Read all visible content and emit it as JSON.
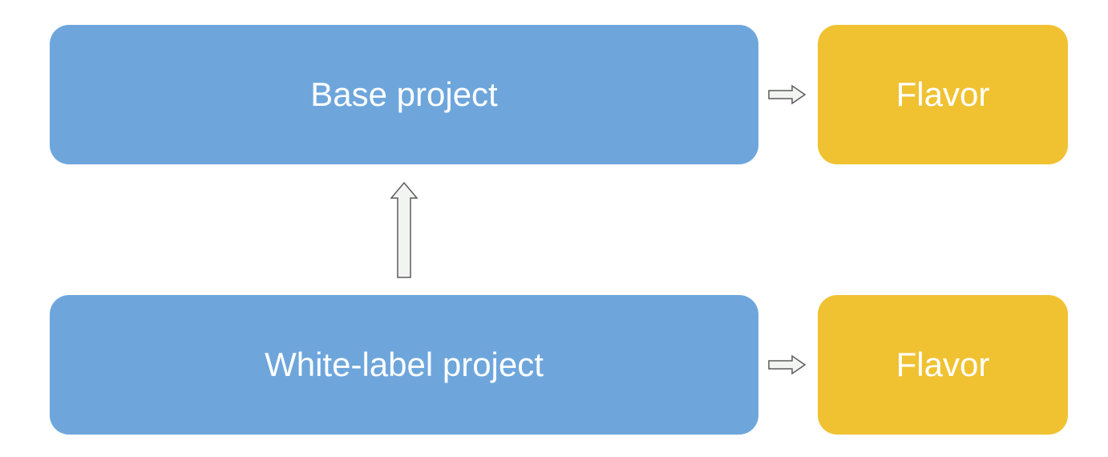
{
  "diagram": {
    "nodes": {
      "base_project": {
        "label": "Base project"
      },
      "white_label_project": {
        "label": "White-label project"
      },
      "flavor_top": {
        "label": "Flavor"
      },
      "flavor_bottom": {
        "label": "Flavor"
      }
    },
    "edges": [
      {
        "from": "base_project",
        "to": "flavor_top",
        "style": "hollow-arrow"
      },
      {
        "from": "white_label_project",
        "to": "base_project",
        "style": "hollow-arrow"
      },
      {
        "from": "white_label_project",
        "to": "flavor_bottom",
        "style": "hollow-arrow"
      }
    ],
    "colors": {
      "project_box": "#6ea6dc",
      "flavor_box": "#f0c232",
      "label_text": "#ffffff",
      "arrow_stroke": "#5b5b5b",
      "arrow_fill": "#f2f4f2"
    }
  }
}
